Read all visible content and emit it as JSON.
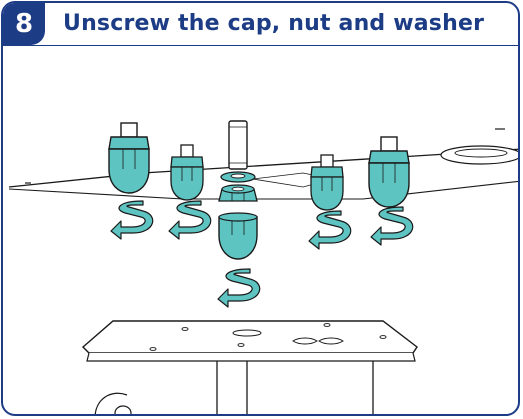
{
  "step": {
    "number": "8",
    "title": "Unscrew the cap, nut and washer"
  },
  "colors": {
    "brand": "#1d3c86",
    "part_fill": "#5ec4c2",
    "arrow_fill": "#5ec4c2",
    "line": "#1a1a1a"
  },
  "icons": {
    "unscrew_arrow": "counter-clockwise-spiral-arrow",
    "cap_nut": "acorn-cap-nut",
    "washer": "flat-washer"
  }
}
